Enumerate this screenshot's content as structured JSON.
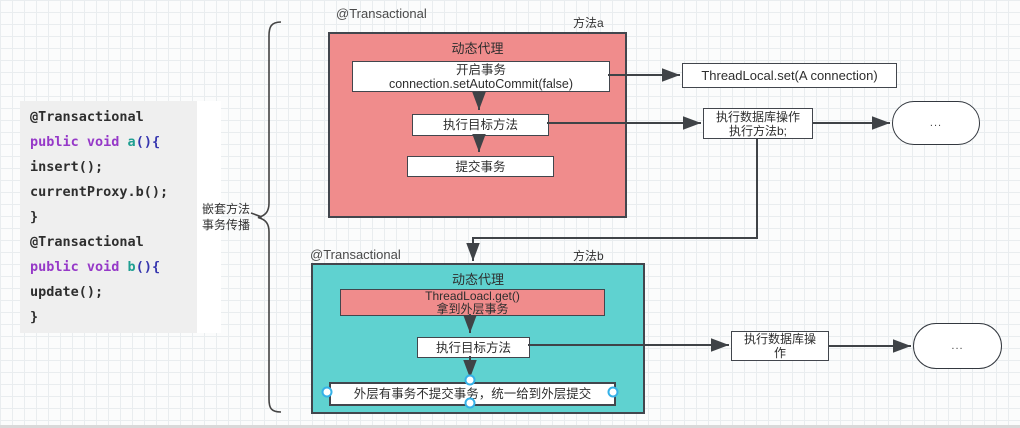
{
  "code_panel": {
    "lines": [
      {
        "tokens": [
          {
            "text": "@Transactional",
            "type": "plain"
          }
        ]
      },
      {
        "tokens": [
          {
            "text": "public void ",
            "type": "keyword"
          },
          {
            "text": "a",
            "type": "method"
          },
          {
            "text": "(){",
            "type": "punct"
          }
        ]
      },
      {
        "tokens": [
          {
            "text": "insert();",
            "type": "plain"
          }
        ]
      },
      {
        "tokens": [
          {
            "text": "currentProxy.b();",
            "type": "plain"
          }
        ]
      },
      {
        "tokens": [
          {
            "text": "}",
            "type": "plain"
          }
        ]
      },
      {
        "tokens": [
          {
            "text": "@Transactional",
            "type": "plain"
          }
        ]
      },
      {
        "tokens": [
          {
            "text": "public void ",
            "type": "keyword"
          },
          {
            "text": "b",
            "type": "method"
          },
          {
            "text": "(){",
            "type": "punct"
          }
        ]
      },
      {
        "tokens": [
          {
            "text": "update();",
            "type": "plain"
          }
        ]
      },
      {
        "tokens": [
          {
            "text": "}",
            "type": "plain"
          }
        ]
      }
    ]
  },
  "brace_label": {
    "line1": "嵌套方法",
    "line2": "事务传播"
  },
  "flow_a": {
    "annotation": "@Transactional",
    "method_label": "方法a",
    "container_title": "动态代理",
    "step_open_line1": "开启事务",
    "step_open_line2": "connection.setAutoCommit(false)",
    "step_execute": "执行目标方法",
    "step_commit": "提交事务",
    "threadlocal_set": "ThreadLocal.set(A connection)",
    "db_op_line1": "执行数据库操作",
    "db_op_line2": "执行方法b;",
    "ellipsis": "..."
  },
  "flow_b": {
    "annotation": "@Transactional",
    "method_label": "方法b",
    "container_title": "动态代理",
    "step_get_line1": "ThreadLoacl.get()",
    "step_get_line2": "拿到外层事务",
    "step_execute": "执行目标方法",
    "step_outer": "外层有事务不提交事务，统一给到外层提交",
    "db_op_line1": "执行数据库操",
    "db_op_line2": "作",
    "ellipsis": "..."
  },
  "colors": {
    "salmon": "#f08c8c",
    "teal": "#5fd2d0",
    "shape_border": "#42464d",
    "arrow": "#3f4347",
    "selection_handle": "#35b1e8",
    "code_background": "#efefef",
    "keyword": "#9639c8",
    "method_name": "#1f9f92"
  }
}
